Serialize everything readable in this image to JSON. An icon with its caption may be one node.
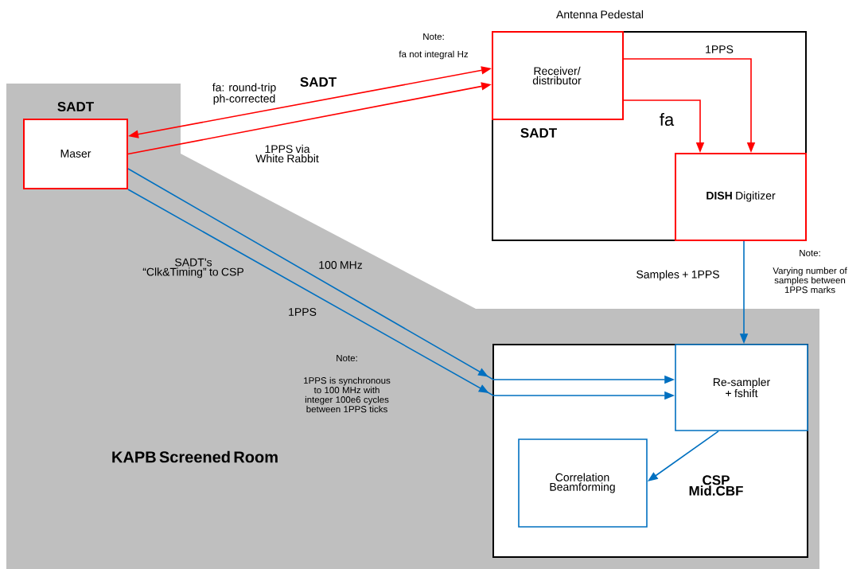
{
  "diagram": {
    "nodes": [
      {
        "text": [
          "Antenna Pedestal"
        ]
      },
      {
        "text": [
          "Receiver/ distributor"
        ],
        "beside": [
          "SADT"
        ],
        "in": 0
      },
      {
        "text": [
          "**DISH** Digitizer"
        ],
        "in": 0
      },
      {
        "text": [
          "KAPB Screened Room"
        ]
      },
      {
        "text": [
          "SADT",
          "Maser"
        ],
        "in": 3
      },
      {
        "text": [
          "CSP Mid.CBF"
        ],
        "in": 3
      },
      {
        "text": [
          "Re-sampler + fshift"
        ],
        "in": 5
      },
      {
        "text": [
          "Correlation Beamforming"
        ],
        "in": 5
      }
    ],
    "edges": [
      {
        "from": 4,
        "to": 1,
        "arrow": "both",
        "label": "fa: round-trip ph-corrected",
        "color": "#ff0000"
      },
      {
        "from": 4,
        "to": 1,
        "arrow": "to",
        "label": "1PPS via White Rabbit",
        "color": "#ff0000"
      },
      {
        "from": 1,
        "to": 2,
        "arrow": "to",
        "label": "1PPS",
        "color": "#ff0000"
      },
      {
        "from": 1,
        "to": 2,
        "arrow": "to",
        "label": "fa",
        "color": "#ff0000"
      },
      {
        "from": 2,
        "to": 6,
        "arrow": "to",
        "label": "Samples + 1PPS",
        "color": "#0070c0"
      },
      {
        "from": 4,
        "to": 6,
        "arrow": "to",
        "label": "100 MHz",
        "color": "#0070c0"
      },
      {
        "from": 4,
        "to": 6,
        "arrow": "to",
        "label": "1PPS",
        "color": "#0070c0"
      },
      {
        "from": 6,
        "to": 7,
        "arrow": "to",
        "color": "#0070c0"
      }
    ],
    "labels": [
      "Note:",
      "fa not integral Hz",
      "SADT",
      "Note:",
      "Varying number of samples between 1PPS marks",
      "SADT’s “Clk&Timing” to CSP",
      "Note:",
      "1PPS is synchronous to 100 MHz with integer 100e6 cycles between 1PPS ticks"
    ]
  }
}
